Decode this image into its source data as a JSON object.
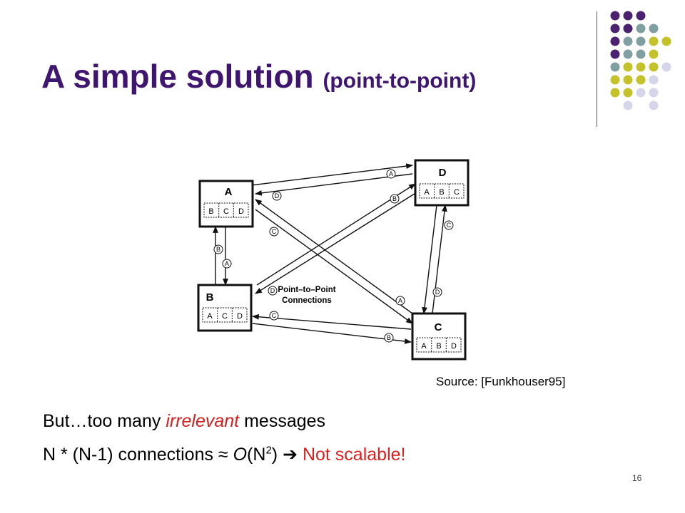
{
  "slide": {
    "title_main": "A simple solution",
    "title_sub": "(point-to-point)",
    "source": "Source: [Funkhouser95]",
    "line1": {
      "prefix": "But…too many ",
      "emphasis": "irrelevant",
      "suffix": " messages"
    },
    "line2": {
      "part1": "N * (N-1) connections ≈ ",
      "o_letter": "O",
      "part2": "(N",
      "exponent": "2",
      "part3": ") ",
      "arrow": "➔",
      "red_text": " Not scalable!"
    },
    "page_number": "16"
  },
  "colors": {
    "title": "#3e1670",
    "dot_purple": "#4a2270",
    "dot_teal": "#7f9fa0",
    "dot_yellow": "#c4c22a",
    "dot_lavender": "#d6d6ea",
    "highlight_red": "#e02020"
  },
  "diagram": {
    "caption_line1": "Point–to–Point",
    "caption_line2": "Connections",
    "nodes": {
      "A": {
        "name": "A",
        "cells": [
          "B",
          "C",
          "D"
        ]
      },
      "B": {
        "name": "B",
        "cells": [
          "A",
          "C",
          "D"
        ]
      },
      "C": {
        "name": "C",
        "cells": [
          "A",
          "B",
          "D"
        ]
      },
      "D": {
        "name": "D",
        "cells": [
          "A",
          "B",
          "C"
        ]
      }
    },
    "arrow_labels": {
      "a_to_d": "A",
      "d_to_a": "D",
      "b_to_d": "B",
      "c_to_a": "C",
      "b_to_a": "B",
      "a_to_b": "A",
      "d_to_b": "D",
      "a_to_c": "A",
      "c_to_b": "C",
      "b_to_c": "B",
      "c_to_d": "C",
      "d_to_c": "D"
    }
  }
}
